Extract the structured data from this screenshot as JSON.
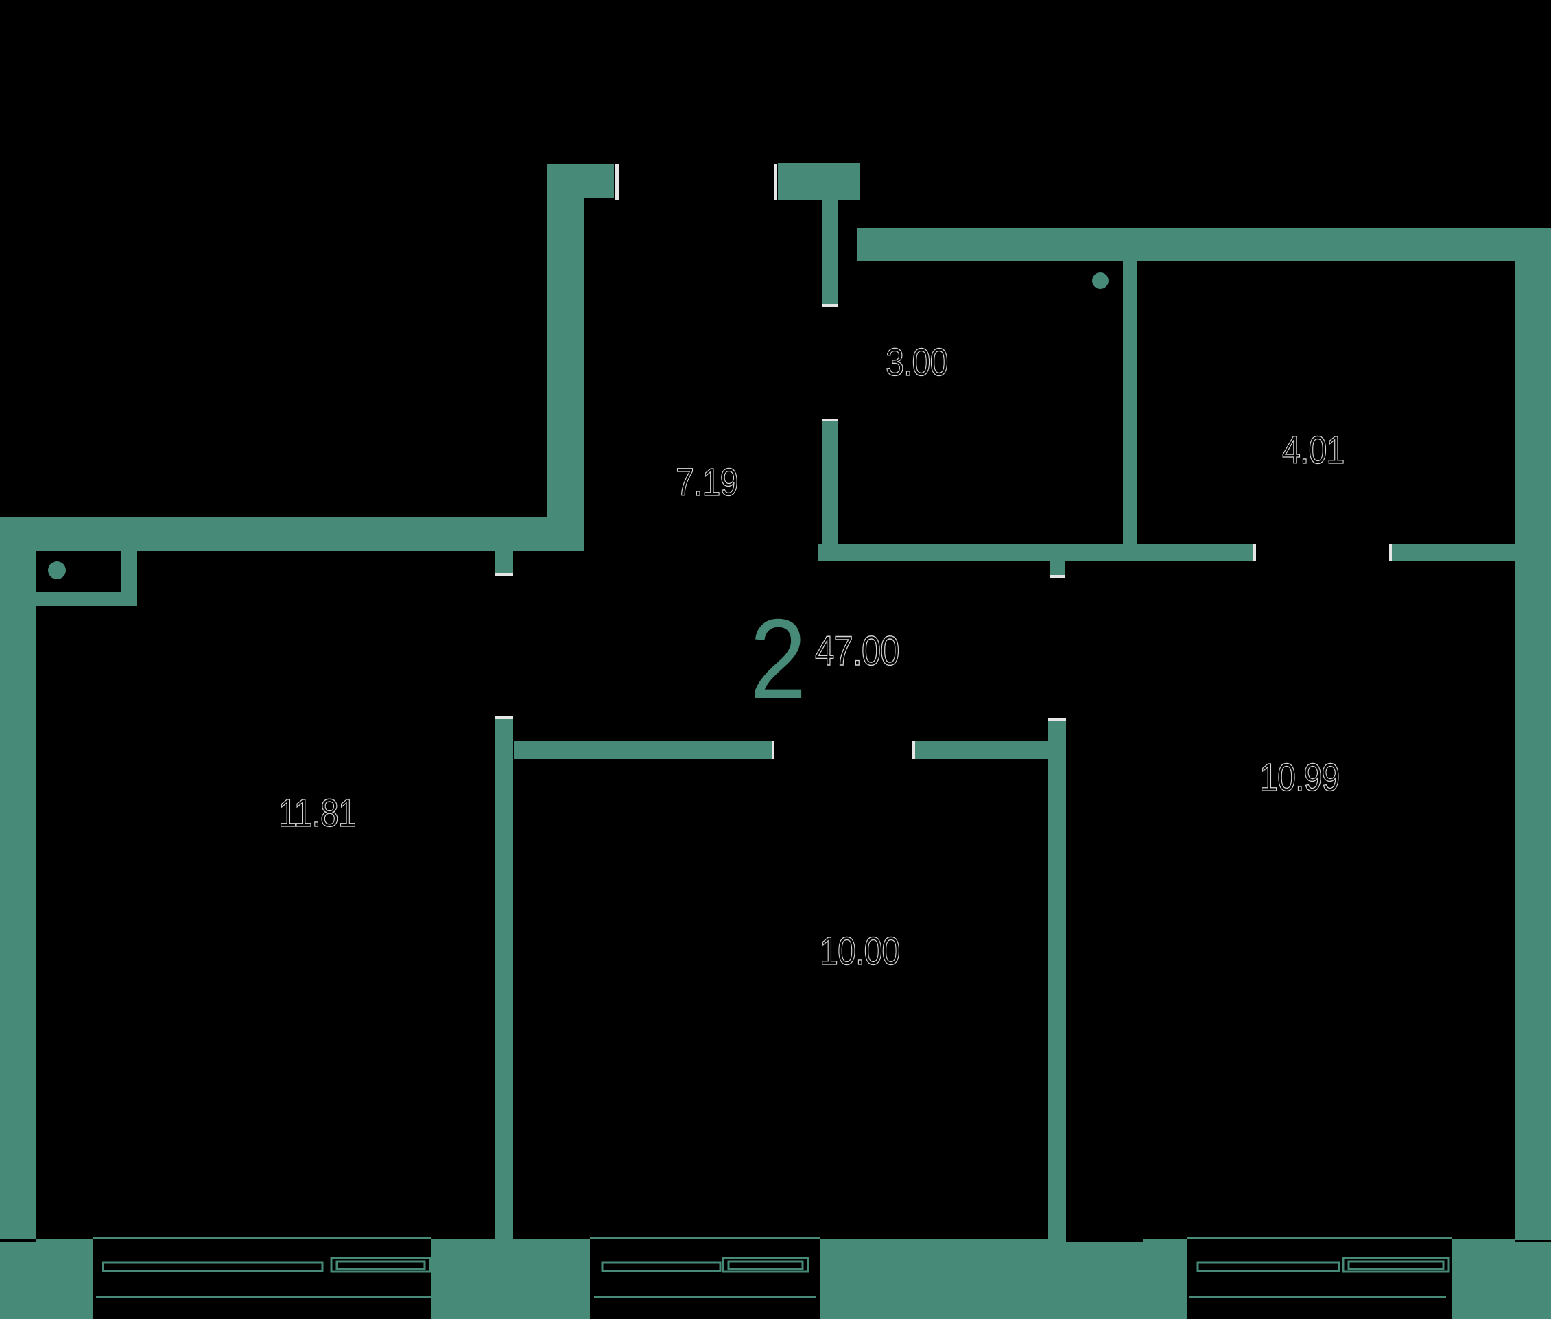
{
  "plan": {
    "title": "apartment-floor-plan",
    "summary": {
      "rooms_count": "2",
      "total_area": "47.00"
    },
    "rooms": {
      "hallway": {
        "area": "7.19"
      },
      "bathroom": {
        "area": "3.00"
      },
      "wc": {
        "area": "4.01"
      },
      "bedroom": {
        "area": "11.81"
      },
      "kitchen": {
        "area": "10.00"
      },
      "living": {
        "area": "10.99"
      }
    },
    "colors": {
      "wall": "#478A78",
      "background": "#000000",
      "label_outline": "#D6D6D6",
      "door_jamb": "#E6E6E6"
    }
  }
}
